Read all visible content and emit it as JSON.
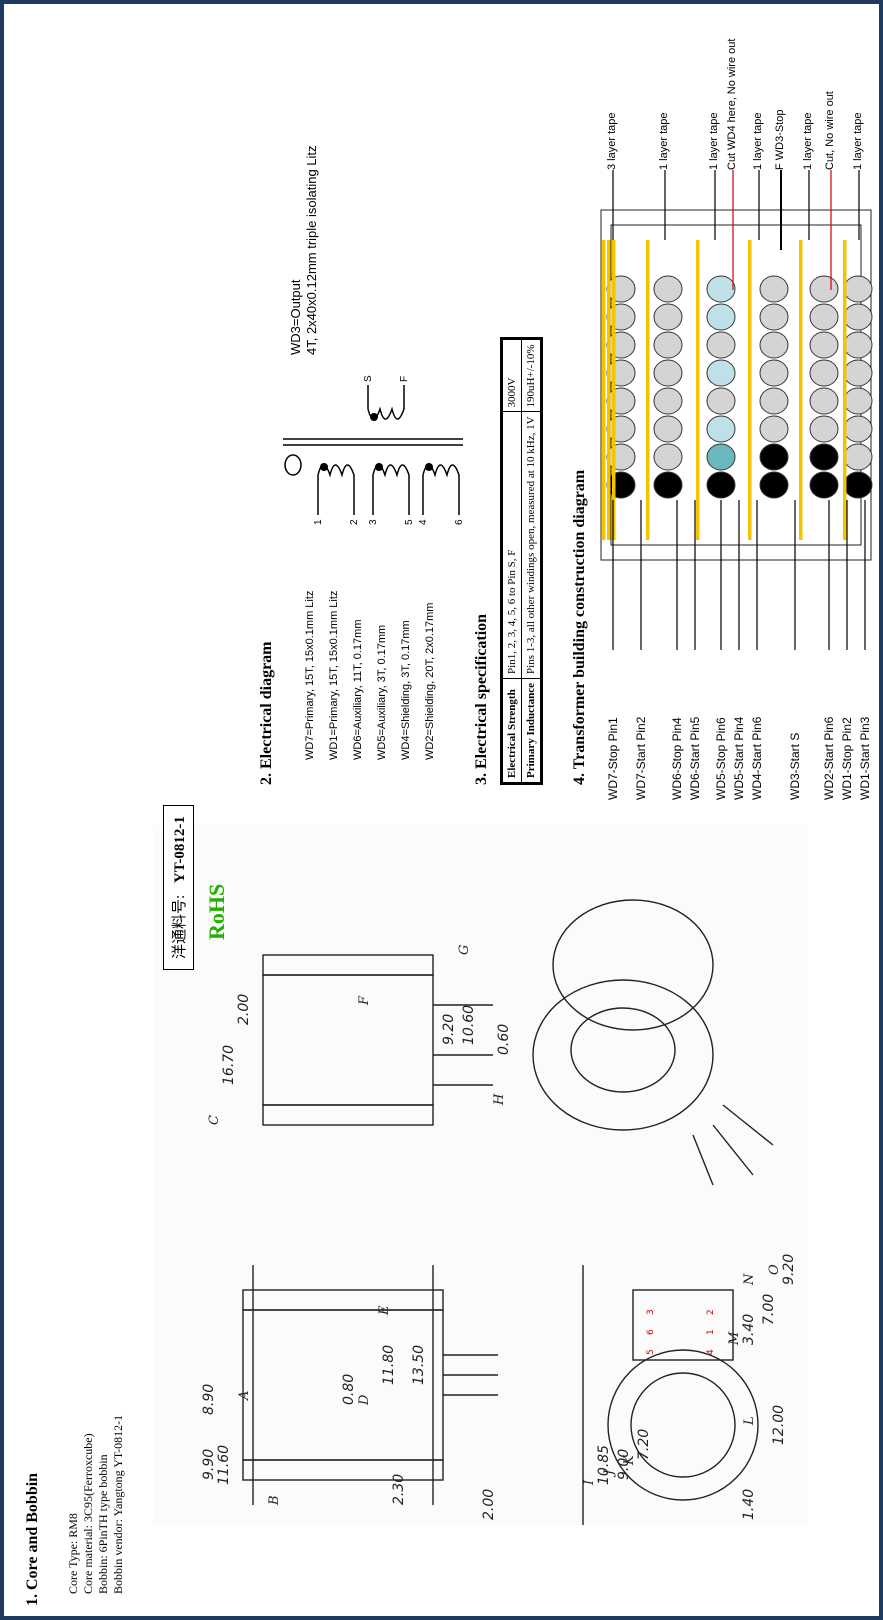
{
  "section1": {
    "title": "1.  Core and Bobbin",
    "lines": [
      "Core Type: RM8",
      "Core material: 3C95(Ferroxcube)",
      "Bobbin: 6PinTH type bobbin",
      "Bobbin vendor: Yangtong YT-0812-1"
    ],
    "part_box": {
      "label": "洋通料号:",
      "part": "YT-0812-1"
    },
    "rohs": "RoHS",
    "dims_top_left": [
      "11.60",
      "9.90",
      "8.90",
      "0.80",
      "11.80",
      "13.50",
      "2.30",
      "2.00"
    ],
    "dims_top_right": [
      "16.70",
      "2.00",
      "9.20",
      "10.60",
      "0.60"
    ],
    "dims_bottom_left": [
      "10.85",
      "9.00",
      "7.20",
      "12.00",
      "3.40",
      "7.00",
      "9.20",
      "1.40"
    ],
    "callouts": [
      "A",
      "B",
      "C",
      "D",
      "E",
      "F",
      "G",
      "H",
      "I",
      "J",
      "K",
      "L",
      "M",
      "N",
      "O"
    ],
    "pin_marks": [
      "5",
      "6",
      "4",
      "3",
      "2",
      "1"
    ]
  },
  "section2": {
    "title": "2.  Electrical diagram",
    "windings": [
      "WD7=Primary, 15T, 15x0.1mm Litz",
      "WD1=Primary, 15T, 15x0.1mm Litz",
      "WD6=Auxiliary, 11T, 0.17mm",
      "WD5=Auxiliary, 3T, 0.17mm",
      "WD4=Shielding, 3T, 0.17mm",
      "WD2=Shielding, 20T, 2x0.17mm"
    ],
    "output_line1": "WD3=Output",
    "output_line2": "4T, 2x40x0.12mm triple isolating Litz",
    "schematic_pins": [
      "1",
      "2",
      "3",
      "5",
      "4",
      "6",
      "S",
      "F"
    ]
  },
  "section3": {
    "title": "3.  Electrical specification",
    "rows": [
      [
        "Electrical Strength",
        "Pin1, 2, 3, 4, 5, 6 to Pin S, F",
        "3000V"
      ],
      [
        "Primary Inductance",
        "Pins 1-3, all other windings open, measured at 10 kHz, 1V",
        "190uH+/-10%"
      ]
    ]
  },
  "section4": {
    "title": "4.  Transformer building construction diagram",
    "pin_labels": [
      "WD7-Stop  Pin1",
      "WD7-Start  Pin2",
      "WD6-Stop  Pin4",
      "WD6-Start  Pin5",
      "WD5-Stop  Pin6",
      "WD5-Start  Pin4",
      "WD4-Start  Pin6",
      "WD3-Start    S",
      "WD2-Start  Pin6",
      "WD1-Stop  Pin2",
      "WD1-Start  Pin3"
    ],
    "tape_labels": [
      "3 layer tape",
      "1 layer tape",
      "1 layer tape",
      "1 layer tape",
      "1 layer tape",
      "1 layer tape"
    ],
    "notes": {
      "cut_wd4": "Cut WD4 here, No wire out",
      "wd3_stop": "F  WD3-Stop",
      "cut_no_wire": "Cut, No wire out"
    },
    "colors": {
      "tape": "#f5c400",
      "wire_grey": "#d4d4d4",
      "wire_black": "#000000",
      "wire_lightblue": "#bfe0e8",
      "wire_teal": "#6bb7c0",
      "arrow_red": "#d00000",
      "rohs_green": "#22b000"
    }
  }
}
